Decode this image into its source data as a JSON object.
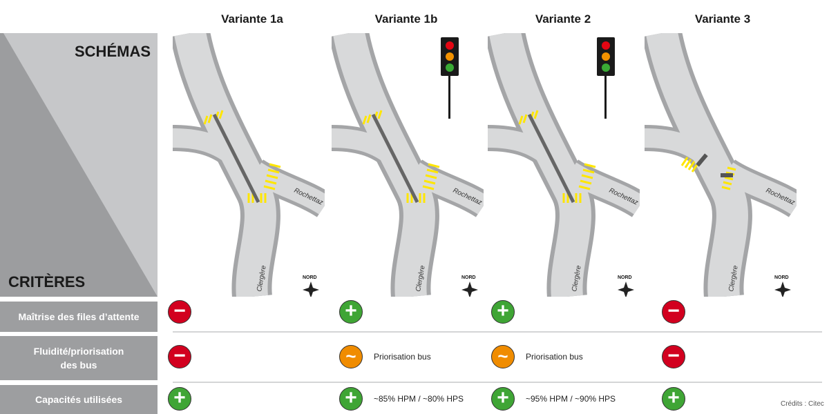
{
  "header": {
    "schemas": "SCHÉMAS",
    "criteres": "CRITÈRES"
  },
  "variants": [
    {
      "title": "Variante 1a",
      "traffic_light": false
    },
    {
      "title": "Variante 1b",
      "traffic_light": true
    },
    {
      "title": "Variante 2",
      "traffic_light": true
    },
    {
      "title": "Variante 3",
      "traffic_light": false
    }
  ],
  "map_labels": {
    "road_right": "Rochettaz",
    "road_bottom": "Clergère",
    "north": "NORD"
  },
  "criteria": [
    {
      "label": "Maîtrise des files d’attente",
      "ratings": [
        "minus",
        "plus",
        "plus",
        "minus"
      ],
      "notes": [
        "",
        "",
        "",
        ""
      ]
    },
    {
      "label": "Fluidité/priorisation des bus",
      "ratings": [
        "minus",
        "neutral",
        "neutral",
        "minus"
      ],
      "notes": [
        "",
        "Priorisation bus",
        "Priorisation bus",
        ""
      ]
    },
    {
      "label": "Capacités utilisées",
      "ratings": [
        "plus",
        "plus",
        "plus",
        "plus"
      ],
      "notes": [
        "",
        "~85% HPM / ~80% HPS",
        "~95% HPM / ~90% HPS",
        ""
      ]
    }
  ],
  "rating_colors": {
    "plus": "#3fa535",
    "minus": "#d2001f",
    "neutral": "#f08c00"
  },
  "rating_symbols": {
    "plus": "+",
    "minus": "−",
    "neutral": "~"
  },
  "credits": "Crédits : Citec"
}
